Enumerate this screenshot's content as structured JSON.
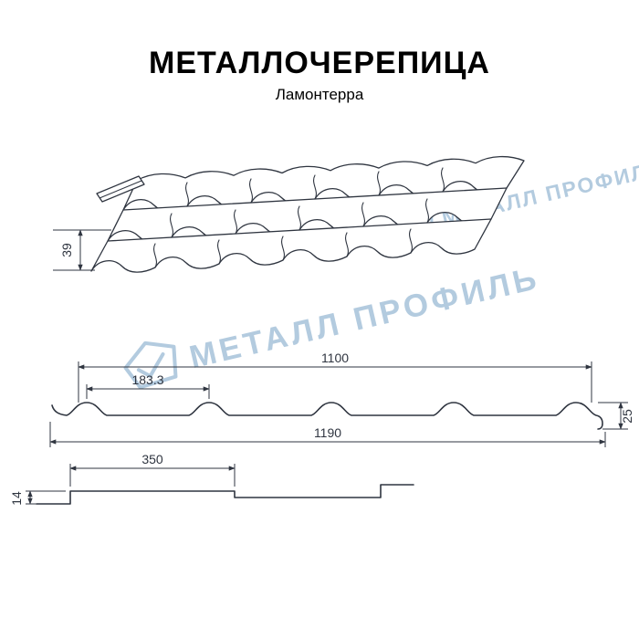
{
  "header": {
    "title": "МЕТАЛЛОЧЕРЕПИЦА",
    "subtitle": "Ламонтерра"
  },
  "watermark": {
    "brand": "МЕТАЛЛ ПРОФИЛЬ",
    "color": "#b3cbdf"
  },
  "drawing": {
    "product": "Металлочерепица Ламонтерра",
    "views": {
      "perspective": {
        "eave_height": "39"
      },
      "cross_section": {
        "cover_width": "1100",
        "wave_pitch": "183.3",
        "wave_height": "25",
        "overall_width": "1190"
      },
      "longitudinal": {
        "module_length": "350",
        "step_height": "14"
      }
    }
  },
  "colors": {
    "line": "#2f3540",
    "background": "#ffffff",
    "watermark": "#b3cbdf"
  }
}
